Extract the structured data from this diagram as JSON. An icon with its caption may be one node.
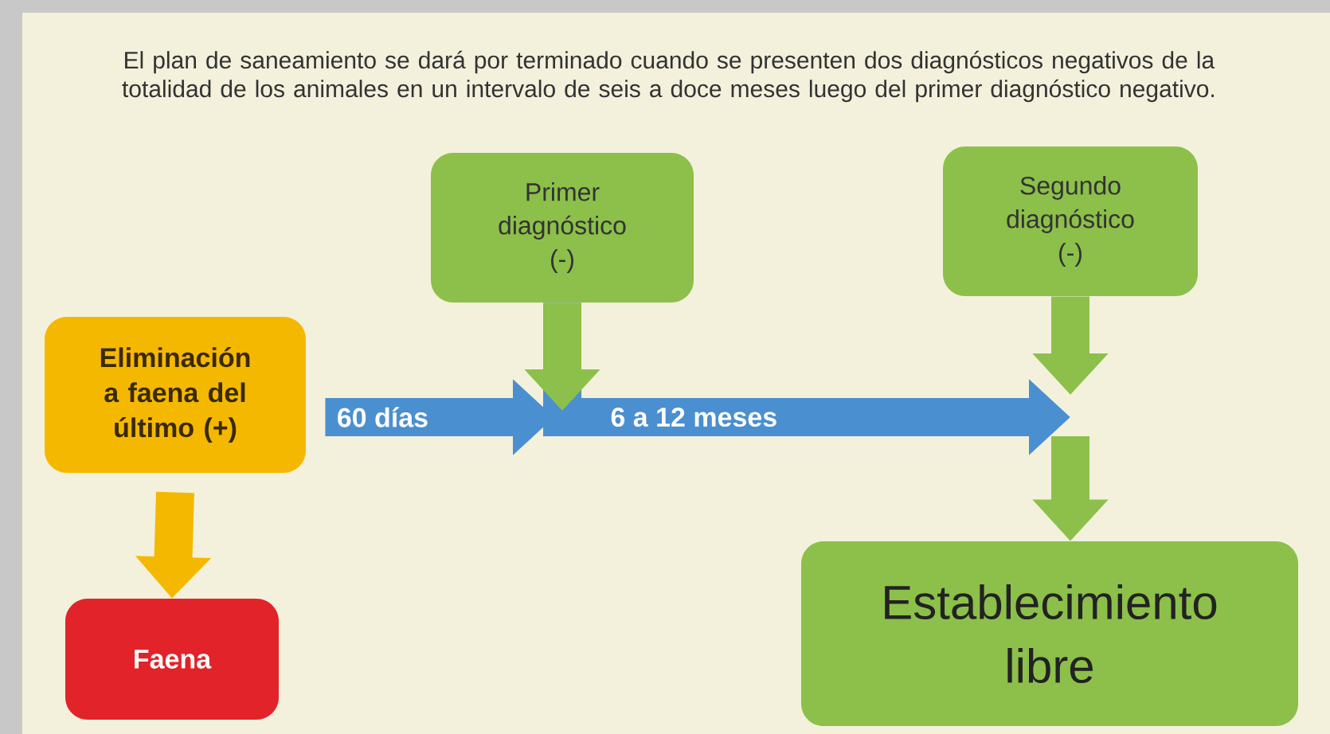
{
  "diagram": {
    "nodes": [
      {
        "text": [
          "Eliminación a faena del último (+)"
        ]
      },
      {
        "text": [
          "Faena"
        ]
      },
      {
        "text": [
          "Primer diagnóstico (-)"
        ]
      },
      {
        "text": [
          "Segundo diagnóstico (-)"
        ]
      },
      {
        "text": [
          "Establecimiento libre"
        ]
      }
    ],
    "edges": [
      {
        "from": 0,
        "to": null,
        "arrow": "to",
        "label": "60 días",
        "color": "#4a8fd0"
      },
      {
        "from": 2,
        "to": null,
        "arrow": "to"
      },
      {
        "from": 2,
        "to": null,
        "arrow": "to",
        "label": "6 a 12 meses",
        "color": "#4a8fd0"
      },
      {
        "from": 3,
        "to": null,
        "arrow": "to"
      },
      {
        "from": null,
        "to": 4,
        "arrow": "to"
      },
      {
        "from": 0,
        "to": 1,
        "arrow": "to",
        "color": "#f5b800"
      }
    ],
    "labels": [
      "El plan de saneamiento se dará por terminado cuando se presenten dos diagnósticos negativos de la totalidad de los animales en un intervalo de seis a doce meses luego del primer diagnóstico negativo."
    ]
  }
}
